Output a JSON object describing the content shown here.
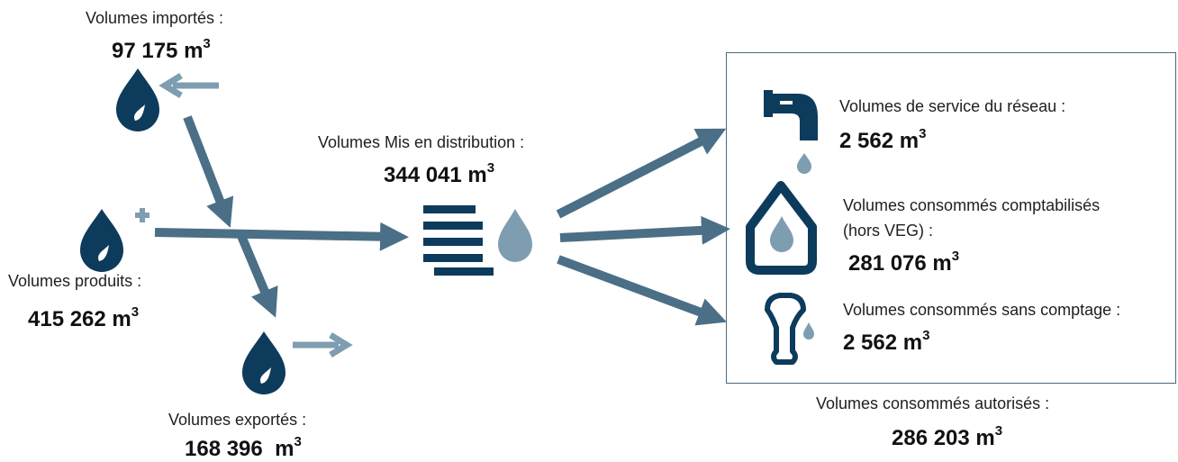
{
  "imported": {
    "label": "Volumes importés :",
    "value": "97 175 m",
    "unit_sup": "3"
  },
  "produced": {
    "label": "Volumes produits :",
    "value": "415 262 m",
    "unit_sup": "3"
  },
  "exported": {
    "label": "Volumes exportés :",
    "value": "168 396  m",
    "unit_sup": "3"
  },
  "distributed": {
    "label": "Volumes Mis en distribution :",
    "value": "344 041 m",
    "unit_sup": "3"
  },
  "network_service": {
    "label": "Volumes de service du réseau :",
    "value": "2 562 m",
    "unit_sup": "3"
  },
  "metered": {
    "label_line1": "Volumes consommés comptabilisés",
    "label_line2": "(hors VEG) :",
    "value": "281 076 m",
    "unit_sup": "3"
  },
  "unmetered": {
    "label": "Volumes consommés sans comptage :",
    "value": "2 562 m",
    "unit_sup": "3"
  },
  "authorized": {
    "label": "Volumes consommés autorisés :",
    "value": "286 203 m",
    "unit_sup": "3"
  },
  "colors": {
    "dark": "#0d3b5c",
    "arrow": "#4b6f86",
    "light": "#7f9db1"
  },
  "icons": {
    "imported": "water-drop-import-icon",
    "produced": "water-drop-plus-icon",
    "exported": "water-drop-export-icon",
    "distribution": "distribution-icon",
    "network_service": "faucet-icon",
    "metered": "house-drop-icon",
    "unmetered": "fountain-icon"
  }
}
